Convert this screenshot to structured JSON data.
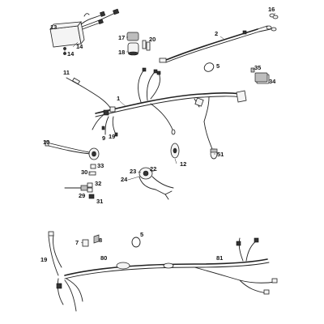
{
  "labels": {
    "l1": "1",
    "l2": "2",
    "l5": "5",
    "l5b": "5",
    "l7": "7",
    "l8": "8",
    "l9": "9",
    "l9b": "19",
    "l10": "10",
    "l11": "11",
    "l12": "12",
    "l13": "13",
    "l14a": "14",
    "l14b": "14",
    "l16": "16",
    "l17": "17",
    "l18": "18",
    "l19": "19",
    "l20": "20",
    "l22": "22",
    "l23": "23",
    "l24": "24",
    "l29": "29",
    "l30": "30",
    "l31": "31",
    "l32": "32",
    "l33": "33",
    "l34": "34",
    "l35": "35",
    "l51": "51",
    "l80": "80",
    "l81": "81"
  }
}
